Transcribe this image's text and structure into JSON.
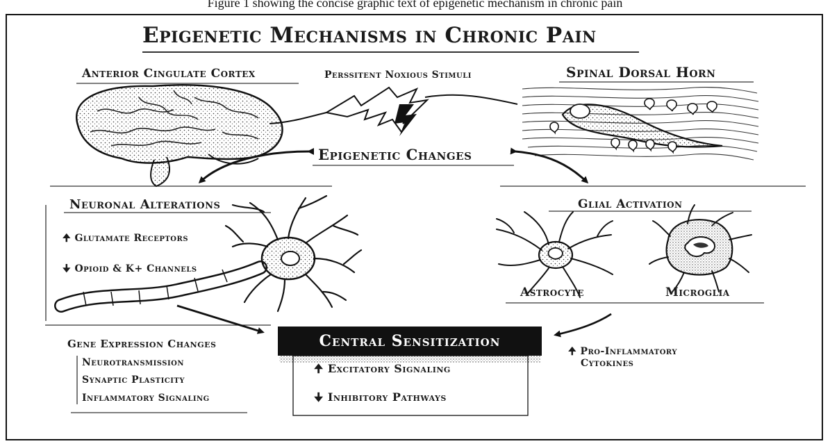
{
  "caption": "Figure 1 showing the concise graphic text of epigenetic mechanism in chronic pain",
  "title": "Epigenetic Mechanisms in Chronic Pain",
  "regions": {
    "acc": "Anterior Cingulate Cortex",
    "stimuli": "Perssitent Noxious Stimuli",
    "sdh": "Spinal Dorsal Horn"
  },
  "epigenetic_changes": "Epigenetic Changes",
  "neuronal": {
    "heading": "Neuronal Alterations",
    "up_item": "Glutamate Receptors",
    "down_item": "Opioid & K+ Channels"
  },
  "glial": {
    "heading": "Glial Activation",
    "astrocyte": "Astrocyte",
    "microglia": "Microglia"
  },
  "gene_expression": {
    "heading": "Gene Expression Changes",
    "items": [
      "Neurotransmission",
      "Synaptic Plasticity",
      "Inflammatory Signaling"
    ]
  },
  "central": {
    "heading": "Central Sensitization",
    "up_item": "Excitatory Signaling",
    "down_item": "Inhibitory Pathways"
  },
  "cytokines": {
    "line1": "Pro-Inflammatory",
    "line2": "Cytokines"
  },
  "arrows": {
    "up": "🠉",
    "down": "🠋"
  }
}
